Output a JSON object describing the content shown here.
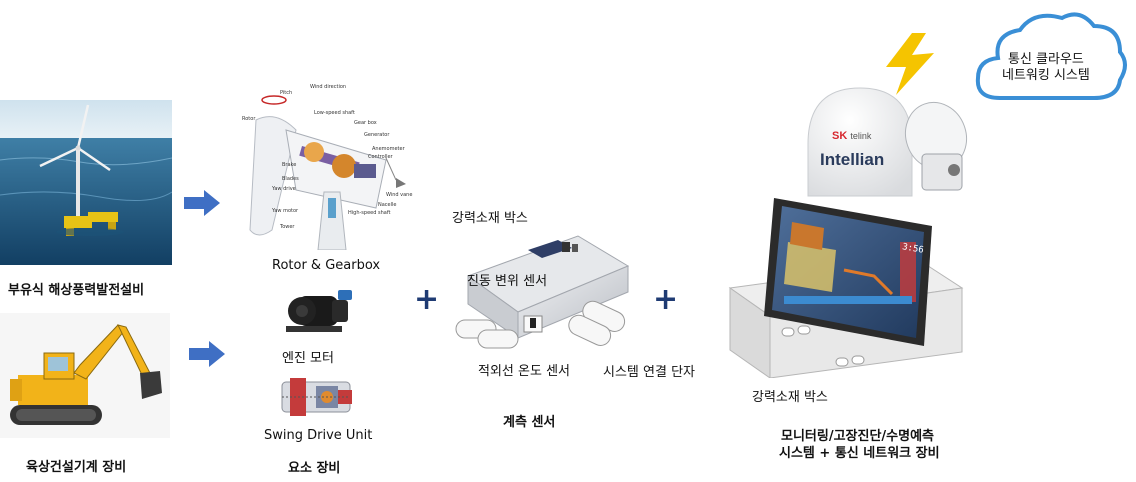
{
  "left": {
    "floating_label": "부유식 해상풍력발전설비",
    "land_label": "육상건설기계 장비"
  },
  "components": {
    "rotor_label": "Rotor & Gearbox",
    "engine_label": "엔진 모터",
    "swing_label": "Swing Drive Unit",
    "group_label": "요소 장비",
    "diagram_parts": [
      "Pitch",
      "Wind direction",
      "Rotor",
      "Low-speed shaft",
      "Gear box",
      "Generator",
      "Anemometer",
      "Controller",
      "Brake",
      "Blades",
      "Yaw drive",
      "Wind vane",
      "Yaw motor",
      "High-speed shaft",
      "Nacelle",
      "Tower"
    ]
  },
  "sensor": {
    "box_label": "강력소재 박스",
    "vibration_label": "진동 변위 센서",
    "infrared_label": "적외선 온도 센서",
    "connector_label": "시스템 연결 단자",
    "group_label": "계측 센서"
  },
  "monitor": {
    "box_label": "강력소재 박스",
    "system_label_line1": "모니터링/고장진단/수명예측",
    "system_label_line2": "시스템 + 통신 네트워크 장비",
    "screen_readout": "3:56"
  },
  "network": {
    "cloud_line1": "통신 클라우드",
    "cloud_line2": "네트워킹 시스템",
    "brand_sk": "SK",
    "brand_telink": "telink",
    "brand_intellian": "Intellian"
  },
  "plus_symbol": "+",
  "colors": {
    "arrow": "#3f6fc4",
    "cloud_stroke": "#3a8fd6",
    "bolt": "#f5c400"
  }
}
